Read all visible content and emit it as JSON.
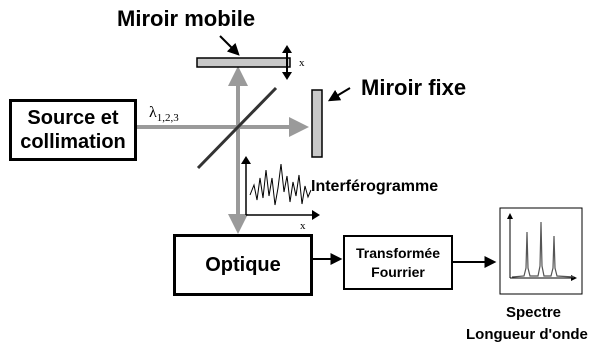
{
  "labels": {
    "miroir_mobile": "Miroir mobile",
    "miroir_fixe": "Miroir fixe",
    "lambda_base": "λ",
    "lambda_sub": "1,2,3",
    "x_top": "x",
    "x_bottom": "x",
    "interferogramme": "Interférogramme",
    "spectre": "Spectre",
    "longueur_onde": "Longueur d'onde"
  },
  "boxes": {
    "source_line1": "Source et",
    "source_line2": "collimation",
    "optique": "Optique",
    "tf_line1": "Transformée",
    "tf_line2": "Fourrier"
  },
  "colors": {
    "beam": "#9a9a9a",
    "mirror_fill": "#c8c8c8",
    "ink": "#000000"
  }
}
